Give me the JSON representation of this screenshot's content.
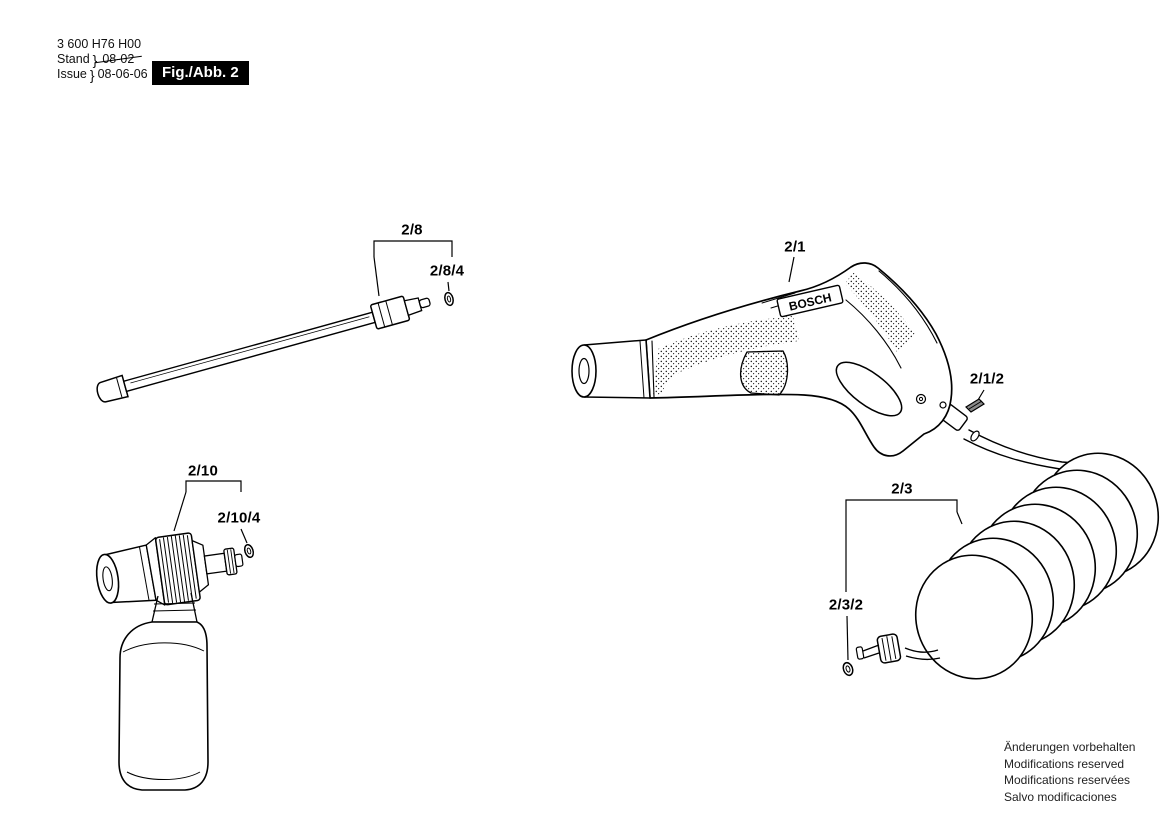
{
  "header": {
    "part_number": "3 600 H76 H00",
    "stand_label": "Stand",
    "issue_label": "Issue",
    "brace": "}",
    "stand_value": "08-02",
    "issue_value": "08-06-06",
    "figure_label": "Fig./Abb. 2"
  },
  "brand": "BOSCH",
  "labels": {
    "lance": "2/8",
    "lance_oring": "2/8/4",
    "gun": "2/1",
    "gun_clip": "2/1/2",
    "foam_nozzle": "2/10",
    "foam_nozzle_oring": "2/10/4",
    "hose": "2/3",
    "hose_oring": "2/3/2"
  },
  "footer": {
    "lines": [
      "Änderungen vorbehalten",
      "Modifications reserved",
      "Modifications reservées",
      "Salvo modificaciones"
    ]
  }
}
